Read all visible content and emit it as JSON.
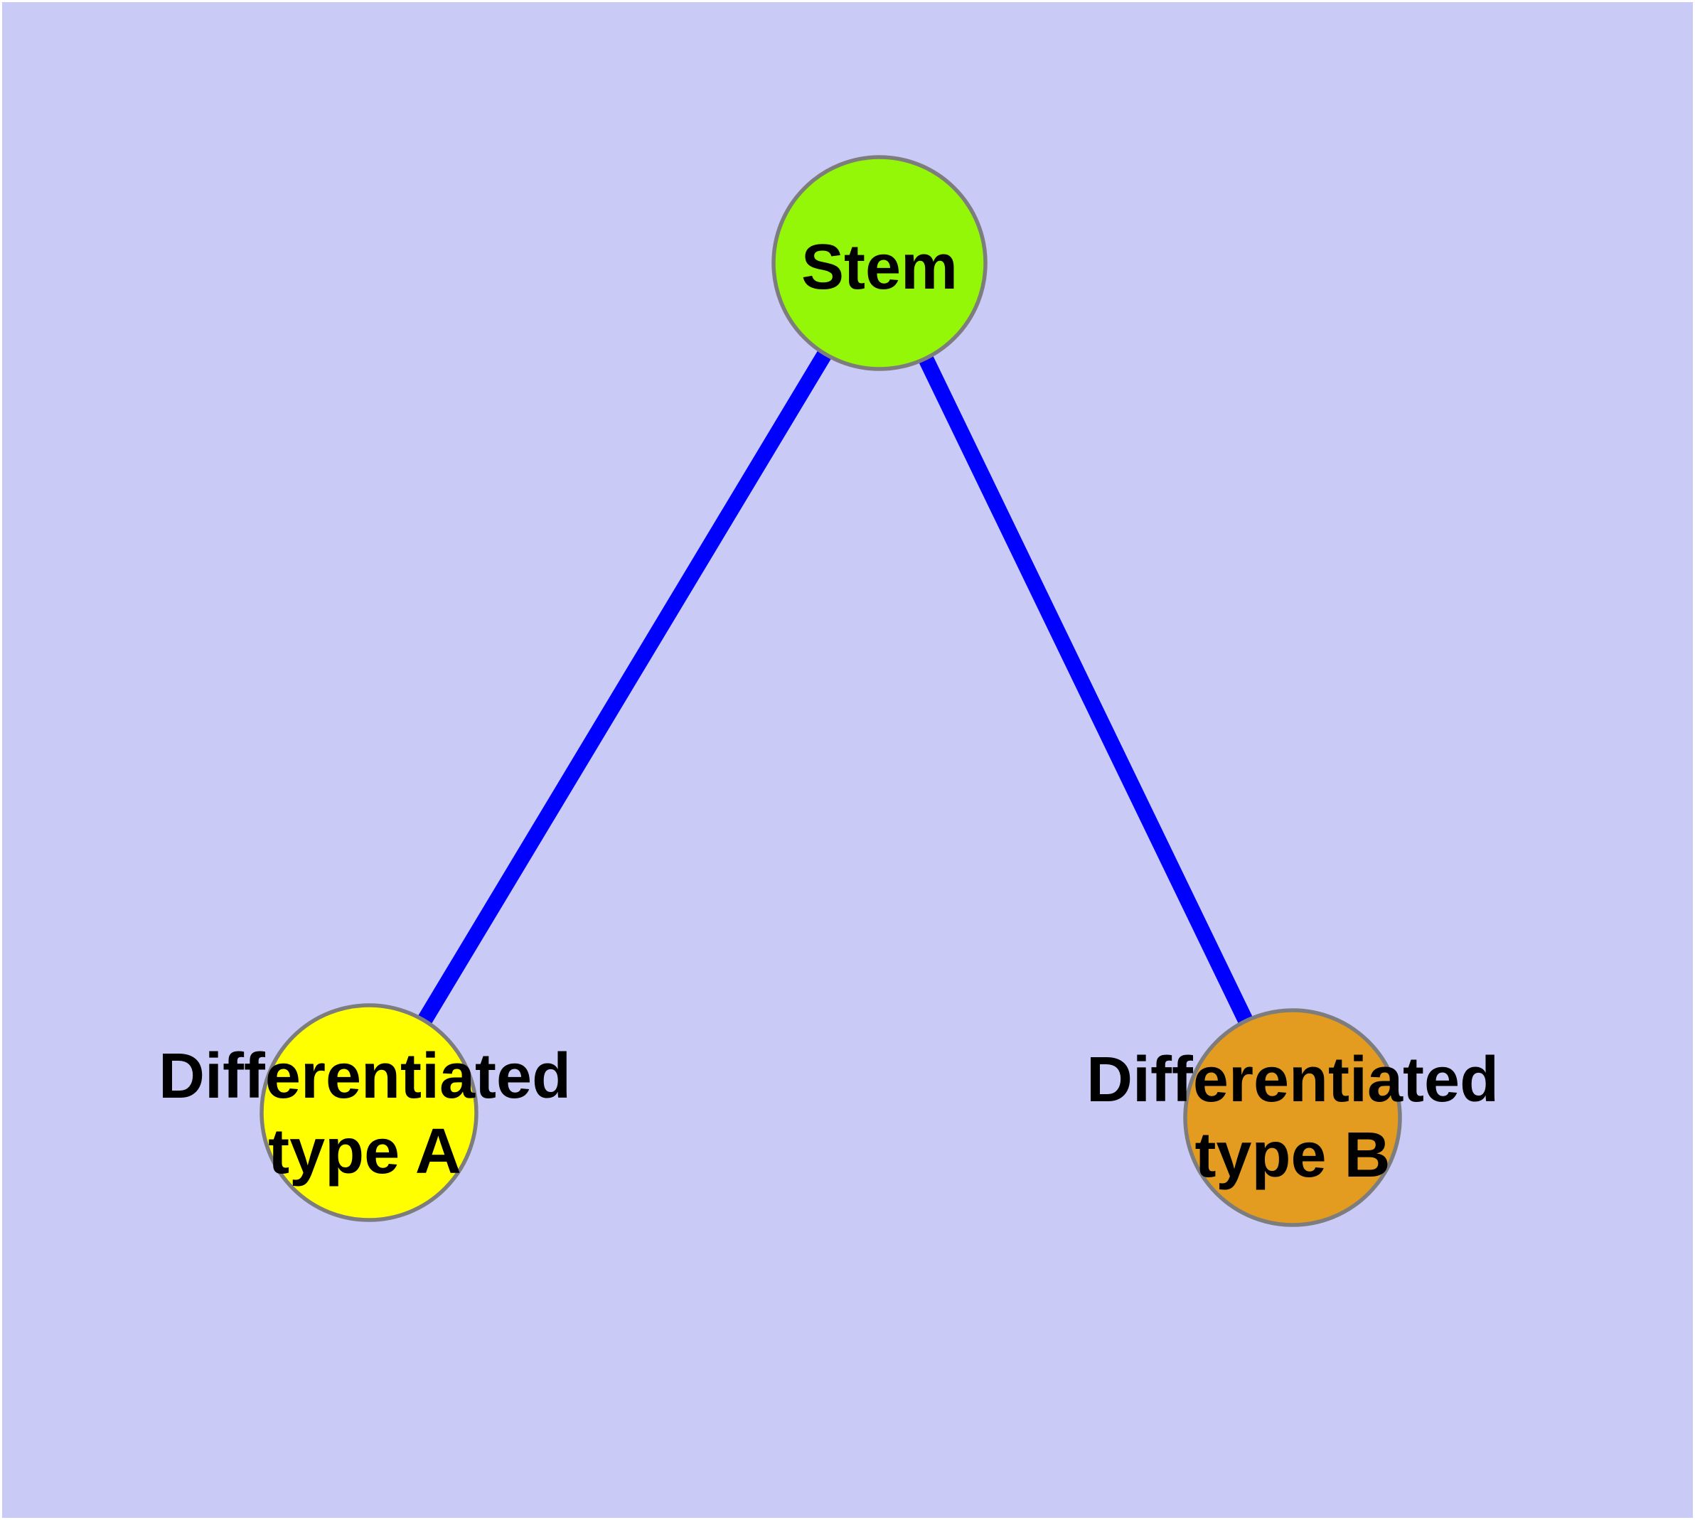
{
  "diagram": {
    "type": "node-link-graph",
    "description": "Stem cell differentiation diagram: one stem node connected to two differentiated cell type nodes",
    "colors": {
      "background": "#CACAF7",
      "outer_border": "#FFFFFF",
      "node_border": "#7D7D7D",
      "edge": "#0000FF",
      "text": "#000000"
    },
    "nodes": [
      {
        "id": "stem",
        "label": "Stem",
        "line1": "Stem",
        "line2": "",
        "fill": "#94F708"
      },
      {
        "id": "type-a",
        "label": "Differentiated type A",
        "line1": "Differentiated",
        "line2": "type A",
        "fill": "#FFFF00"
      },
      {
        "id": "type-b",
        "label": "Differentiated type B",
        "line1": "Differentiated",
        "line2": "type B",
        "fill": "#E39C20"
      }
    ],
    "edges": [
      {
        "from": "stem",
        "to": "type-a"
      },
      {
        "from": "stem",
        "to": "type-b"
      }
    ]
  }
}
